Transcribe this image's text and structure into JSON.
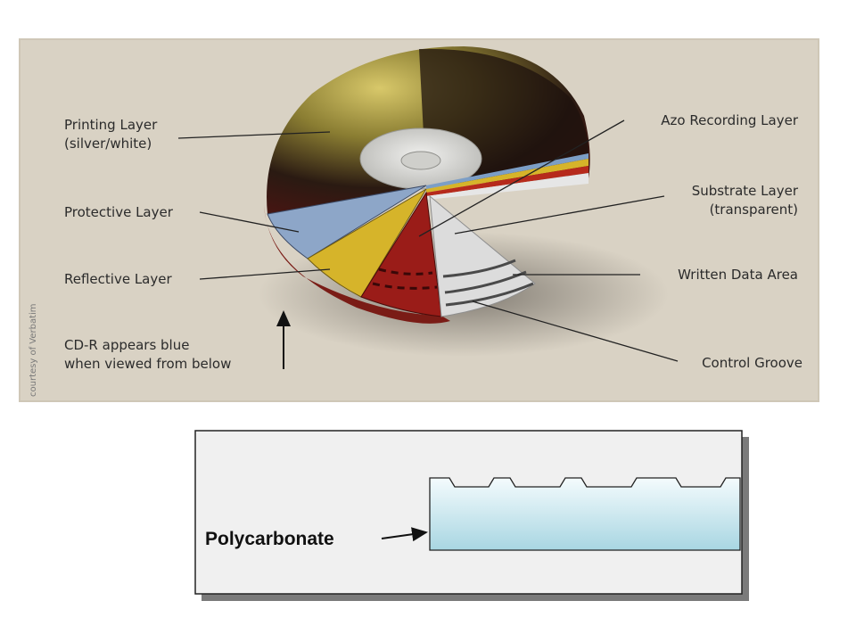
{
  "cd_diagram": {
    "labels": {
      "printing_layer_1": "Printing Layer",
      "printing_layer_2": "(silver/white)",
      "protective_layer": "Protective Layer",
      "reflective_layer": "Reflective Layer",
      "cdr_note_1": "CD-R appears blue",
      "cdr_note_2": "when viewed from below",
      "azo_layer": "Azo Recording Layer",
      "substrate_1": "Substrate Layer",
      "substrate_2": "(transparent)",
      "written_data": "Written Data Area",
      "control_groove": "Control Groove"
    },
    "credit": "courtesy of Verbatim",
    "colors": {
      "panel": "#d9d2c4",
      "printing_layer": "#a89a3c",
      "protective_layer": "#8da6c8",
      "reflective_layer": "#d6b42a",
      "azo_layer": "#9a1c18",
      "substrate_layer": "#dcdcdc"
    }
  },
  "cross_section": {
    "material_label": "Polycarbonate",
    "colors": {
      "box_background": "#f0f0f0",
      "polycarbonate_top": "#f4fbfd",
      "polycarbonate_bottom": "#a8d6e2"
    }
  }
}
